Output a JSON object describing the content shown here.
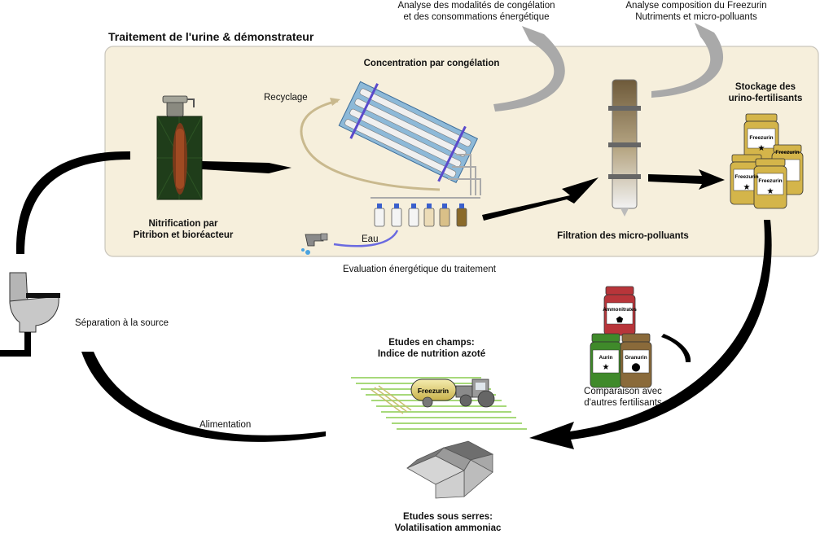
{
  "section_title": "Traitement de l'urine & démonstrateur",
  "labels": {
    "analyse_cong_1": "Analyse des modalités de congélation",
    "analyse_cong_2": "et des consommations énergétique",
    "analyse_comp_1": "Analyse composition du Freezurin",
    "analyse_comp_2": "Nutriments et micro-polluants",
    "concentration": "Concentration par congélation",
    "recyclage": "Recyclage",
    "stockage_1": "Stockage des",
    "stockage_2": "urino-fertilisants",
    "nitrification_1": "Nitrification par",
    "nitrification_2": "Pitribon et bioréacteur",
    "eau": "Eau",
    "filtration": "Filtration des micro-polluants",
    "evaluation": "Evaluation énergétique du traitement",
    "separation": "Séparation à la source",
    "etudes_champs_1": "Etudes en champs:",
    "etudes_champs_2": "Indice de nutrition azoté",
    "comparaison_1": "Comparaison avec",
    "comparaison_2": "d'autres fertilisants",
    "alimentation": "Alimentation",
    "etudes_serres_1": "Etudes sous serres:",
    "etudes_serres_2": "Volatilisation ammoniac"
  },
  "jar_labels": {
    "freezurin": "Freezurin",
    "ammonitrates": "Ammonitrates",
    "aurin": "Aurin",
    "granurin": "Granurin",
    "tank": "Freezurin"
  },
  "colors": {
    "panel_bg": "#f6efdc",
    "panel_border": "#c9c5bb",
    "jar_gold": "#d4b54a",
    "jar_red": "#b8353a",
    "jar_green": "#3f8a2a",
    "jar_brown": "#8a6a3a",
    "field_green": "#a7d97a",
    "arrow_gray": "#a9a9a9"
  }
}
